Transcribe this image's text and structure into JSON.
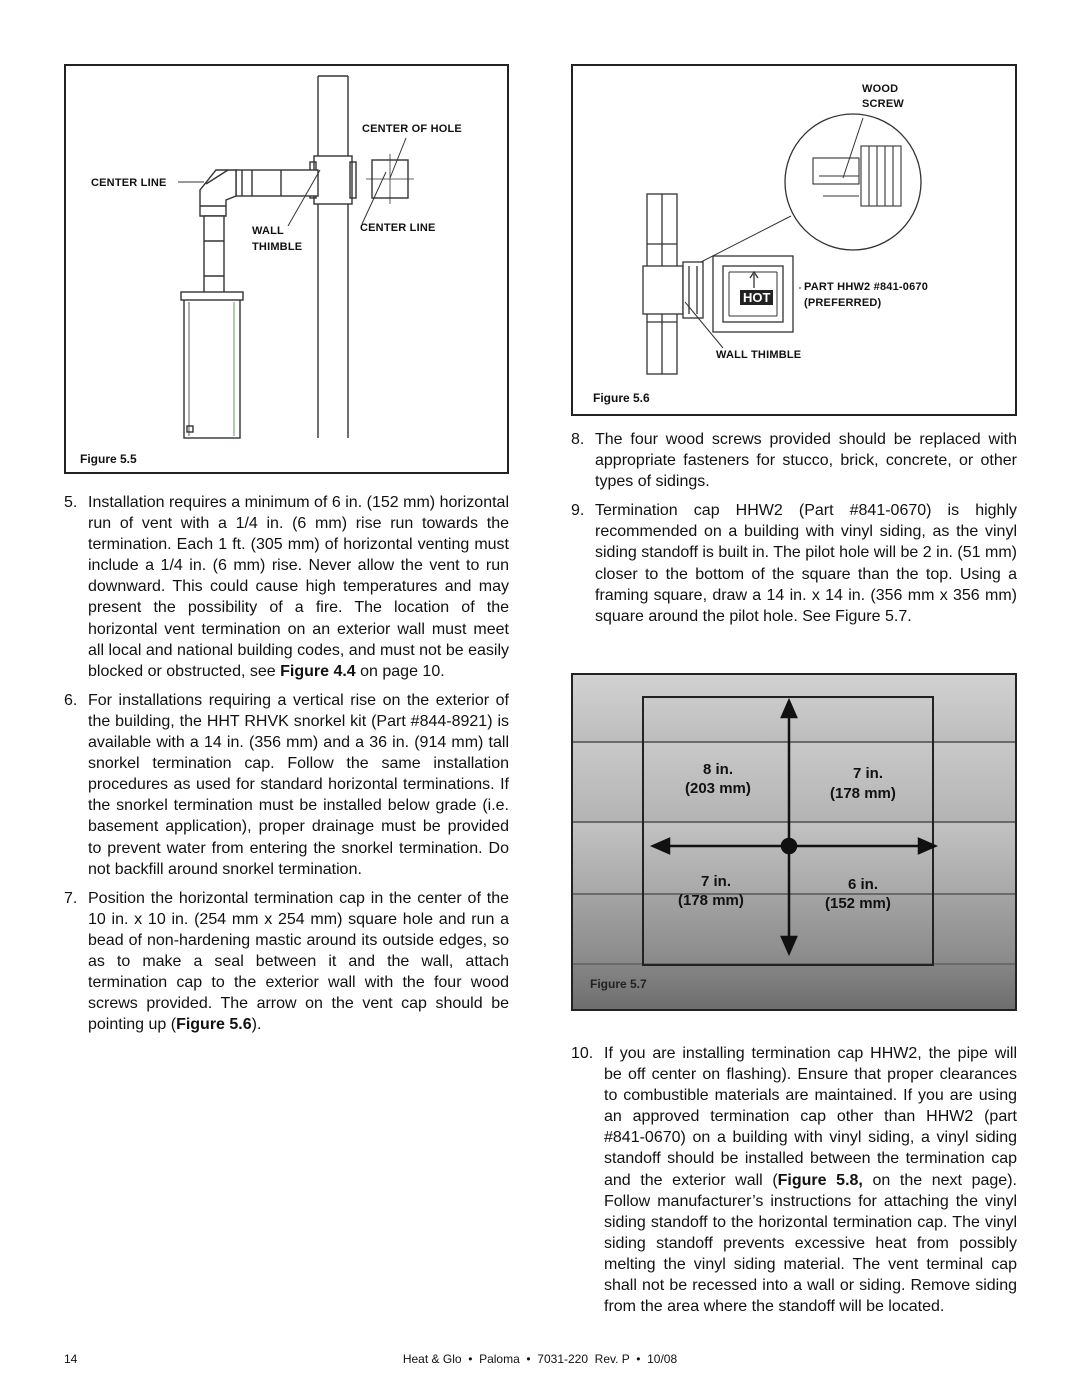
{
  "figure_5_5": {
    "caption": "Figure 5.5",
    "labels": {
      "center_of_hole": "CENTER OF HOLE",
      "center_line_left": "CENTER LINE",
      "wall_thimble_1": "WALL",
      "wall_thimble_2": "THIMBLE",
      "center_line_right": "CENTER LINE"
    }
  },
  "figure_5_6": {
    "caption": "Figure 5.6",
    "labels": {
      "wood": "WOOD",
      "screw": "SCREW",
      "part": "PART HHW2 #841-0670",
      "preferred": "(PREFERRED)",
      "hot": "HOT",
      "wall_thimble": "WALL THIMBLE"
    }
  },
  "figure_5_7": {
    "caption": "Figure 5.7",
    "dims": {
      "top_left_a": "8 in.",
      "top_left_b": "(203 mm)",
      "top_right_a": "7 in.",
      "top_right_b": "(178 mm)",
      "bottom_left_a": "7 in.",
      "bottom_left_b": "(178 mm)",
      "bottom_right_a": "6 in.",
      "bottom_right_b": "(152 mm)"
    }
  },
  "items": {
    "i5": {
      "num": "5.",
      "text_before": "Installation requires a minimum of 6 in. (152 mm) horizontal run of vent with a 1/4 in. (6 mm) rise run towards the termination. Each 1 ft. (305 mm) of horizontal venting must include a 1/4 in. (6 mm) rise. Never allow the vent to run downward. This could cause high temperatures and may present the possibility of a fire. The location of the horizontal vent termination on an exterior wall must meet all local and national building codes, and must not be easily blocked or obstructed, see ",
      "bold": "Figure 4.4",
      "text_after": " on page 10."
    },
    "i6": {
      "num": "6.",
      "text": "For installations requiring a vertical rise on the exterior of the building, the HHT RHVK snorkel kit (Part #844-8921) is available with a 14 in. (356 mm) and a 36 in. (914 mm) tall snorkel termination cap. Follow the same installation procedures as used for standard horizontal terminations. If the snorkel termination must be installed below grade (i.e. basement application), proper drainage must be provided to prevent water from entering the snorkel termination. Do not backfill around snorkel termination."
    },
    "i7": {
      "num": "7.",
      "text_before": "Position the horizontal termination cap in the center of the 10 in. x 10 in. (254 mm x 254 mm) square hole and run a bead of non-hardening mastic around its outside edges, so as to make a seal between it and the wall, attach termination cap to the exterior wall with the four wood screws provided. The arrow on the vent cap should be pointing up (",
      "bold": "Figure 5.6",
      "text_after": ")."
    },
    "i8": {
      "num": "8.",
      "text": "The four wood screws provided should be replaced with appropriate fasteners for stucco, brick, concrete, or other types of sidings."
    },
    "i9": {
      "num": "9.",
      "text": "Termination cap HHW2 (Part #841-0670) is highly recommended on a building with vinyl siding, as the vinyl siding standoff is built in. The pilot hole will be 2 in. (51 mm) closer to the bottom of the square than the top. Using a framing square, draw a 14 in. x 14 in. (356 mm x 356 mm) square around the pilot hole. See Figure 5.7."
    },
    "i10": {
      "num": "10.",
      "text_before": "If you are installing termination cap HHW2, the pipe will be off center on flashing). Ensure that proper clearances to combustible materials are maintained. If you are using an approved termination cap other than HHW2 (part #841-0670) on a building with vinyl siding, a vinyl siding standoff should be installed between the termination cap and the exterior wall (",
      "bold": "Figure 5.8,",
      "text_after": " on the next page). Follow manufacturer’s instructions for attaching the vinyl siding standoff to the horizontal termination cap. The vinyl siding standoff prevents excessive heat from possibly melting the vinyl siding material. The vent terminal cap shall not be recessed into a wall or siding. Remove siding from the area where the standoff will be located."
    }
  },
  "footer": {
    "page_number": "14",
    "center": "Heat & Glo  •  Paloma  •  7031-220  Rev. P  •  10/08"
  }
}
